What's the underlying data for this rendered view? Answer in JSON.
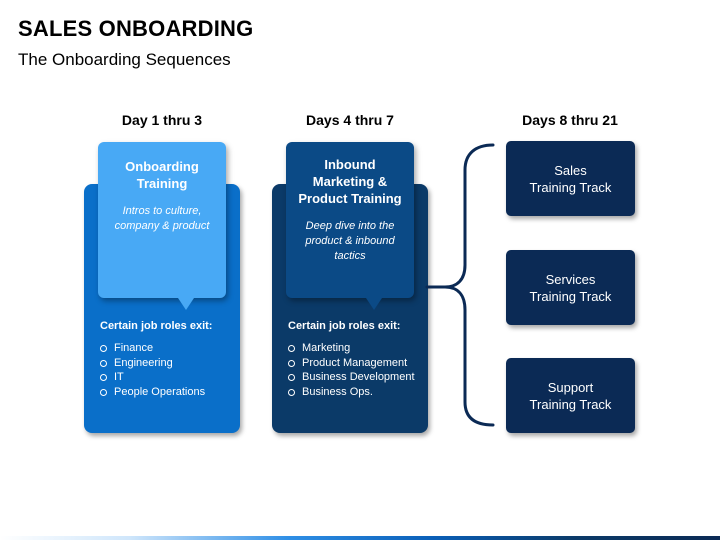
{
  "header": {
    "title": "SALES ONBOARDING",
    "subtitle": "The Onboarding Sequences"
  },
  "columns": [
    {
      "heading": "Day 1 thru 3",
      "bubble_title": "Onboarding Training",
      "bubble_desc": "Intros to culture, company & product",
      "exit_label": "Certain job roles exit:",
      "roles": [
        "Finance",
        "Engineering",
        "IT",
        "People Operations"
      ]
    },
    {
      "heading": "Days 4 thru 7",
      "bubble_title": "Inbound Marketing & Product Training",
      "bubble_desc": "Deep dive into the product & inbound tactics",
      "exit_label": "Certain job roles exit:",
      "roles": [
        "Marketing",
        "Product Management",
        "Business Development",
        "Business Ops."
      ]
    }
  ],
  "tracks": {
    "heading": "Days 8 thru 21",
    "items": [
      {
        "line1": "Sales",
        "line2": "Training Track"
      },
      {
        "line1": "Services",
        "line2": "Training Track"
      },
      {
        "line1": "Support",
        "line2": "Training Track"
      }
    ]
  },
  "colors": {
    "column1": "#0a6fc9",
    "bubble1": "#48a9f5",
    "column2": "#0b3a68",
    "bubble2": "#0b4a86",
    "track": "#0b2a55"
  }
}
